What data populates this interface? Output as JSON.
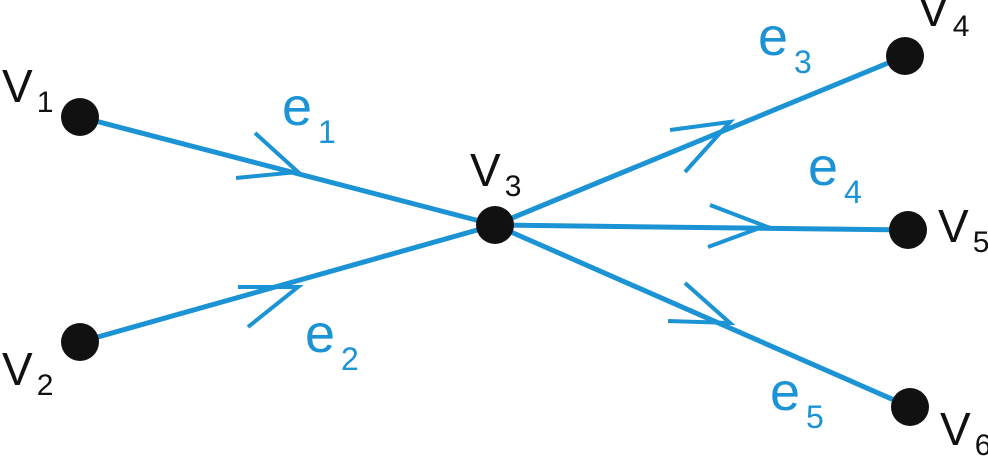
{
  "colors": {
    "edge": "#1b93d5",
    "vertex": "#111111",
    "vertex_label": "#111111",
    "edge_label": "#1b93d5",
    "background": "#ffffff"
  },
  "vertices": [
    {
      "id": "v1",
      "base": "V",
      "sub": "1"
    },
    {
      "id": "v2",
      "base": "V",
      "sub": "2"
    },
    {
      "id": "v3",
      "base": "V",
      "sub": "3"
    },
    {
      "id": "v4",
      "base": "V",
      "sub": "4"
    },
    {
      "id": "v5",
      "base": "V",
      "sub": "5"
    },
    {
      "id": "v6",
      "base": "V",
      "sub": "6"
    }
  ],
  "edges": [
    {
      "id": "e1",
      "from": "v1",
      "to": "v3",
      "base": "e",
      "sub": "1"
    },
    {
      "id": "e2",
      "from": "v2",
      "to": "v3",
      "base": "e",
      "sub": "2"
    },
    {
      "id": "e3",
      "from": "v3",
      "to": "v4",
      "base": "e",
      "sub": "3"
    },
    {
      "id": "e4",
      "from": "v3",
      "to": "v5",
      "base": "e",
      "sub": "4"
    },
    {
      "id": "e5",
      "from": "v3",
      "to": "v6",
      "base": "e",
      "sub": "5"
    }
  ]
}
